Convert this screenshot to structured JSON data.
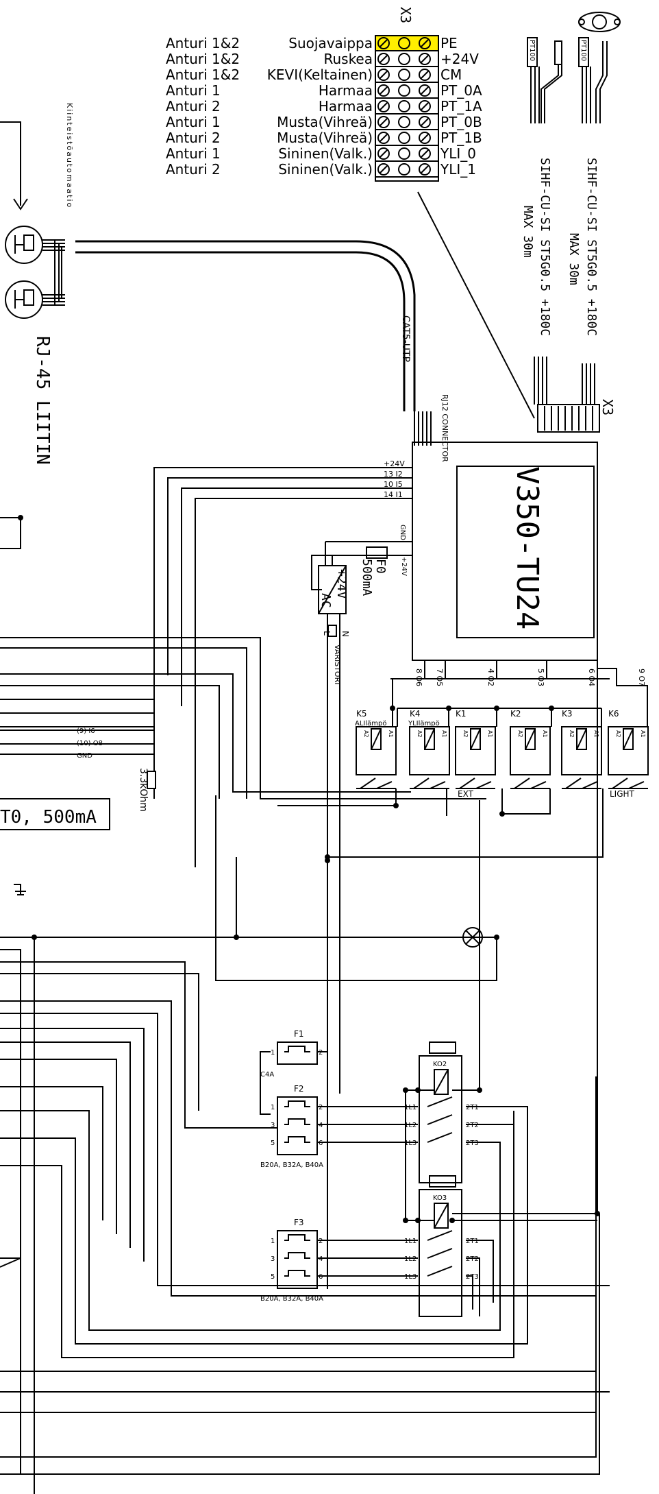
{
  "x3_header": "X3",
  "x3_bottom": "X3",
  "terminal_rows": [
    {
      "sensor": "Anturi 1&2",
      "wire": "Suojavaippa",
      "signal": "PE"
    },
    {
      "sensor": "Anturi 1&2",
      "wire": "Ruskea",
      "signal": "+24V"
    },
    {
      "sensor": "Anturi 1&2",
      "wire": "KEVI(Keltainen)",
      "signal": "CM"
    },
    {
      "sensor": "Anturi 1",
      "wire": "Harmaa",
      "signal": "PT_0A"
    },
    {
      "sensor": "Anturi 2",
      "wire": "Harmaa",
      "signal": "PT_1A"
    },
    {
      "sensor": "Anturi 1",
      "wire": "Musta(Vihreä)",
      "signal": "PT_0B"
    },
    {
      "sensor": "Anturi 2",
      "wire": "Musta(Vihreä)",
      "signal": "PT_1B"
    },
    {
      "sensor": "Anturi 1",
      "wire": "Sininen(Valk.)",
      "signal": "YLI_0"
    },
    {
      "sensor": "Anturi 2",
      "wire": "Sininen(Valk.)",
      "signal": "YLI_1"
    }
  ],
  "pe_highlight_color": "#ffee00",
  "kiinteisto_label": "Kiinteistöautomaatio",
  "rj45_label": "RJ-45 LIITIN",
  "cable_label": "CAT5-UTP",
  "rj12_label": "RJ12 CONNECTOR",
  "sensor_cable_1": "SIHF-CU-SI ST5G0.5 +180C",
  "sensor_cable_1_max": "MAX 30m",
  "sensor_cable_2": "SIHF-CU-SI ST5G0.5 +180C",
  "sensor_cable_2_max": "MAX 30m",
  "pt_label_1": "PT100",
  "pt_label_2": "PT100",
  "controller_name": "V350-TU24",
  "controller_inputs": [
    "+24V",
    "13 I2",
    "10 I5",
    "14 I1"
  ],
  "gnd_label": "GND",
  "p24v_label": "+24V",
  "fuse_label": "F0",
  "fuse_rating": "500mA",
  "psu_dc": "+24V",
  "psu_ac": "AC",
  "psu_l": "L",
  "psu_n": "N",
  "varistor_label": "VARISTORI",
  "outputs": [
    "8 O6",
    "7 O5",
    "4 O2",
    "5 O3",
    "6 O4",
    "9 O7"
  ],
  "relays": [
    {
      "name": "K5",
      "sub": "ALIlämpö"
    },
    {
      "name": "K4",
      "sub": "YLIlämpö"
    },
    {
      "name": "K1",
      "sub": ""
    },
    {
      "name": "K2",
      "sub": ""
    },
    {
      "name": "K3",
      "sub": ""
    },
    {
      "name": "K6",
      "sub": ""
    }
  ],
  "relay_coil_a1": "A1",
  "relay_coil_a2": "A2",
  "ext_label": "EXT",
  "light_label": "LIGHT",
  "left_signals": [
    "(9) I6",
    "(10) O8",
    "GND"
  ],
  "resistor_label": "3.3kOhm",
  "left_fuse_text": "T0, 500mA",
  "f1": {
    "name": "F1",
    "rating": "C4A",
    "pins": [
      "1",
      "2"
    ]
  },
  "f2": {
    "name": "F2",
    "rating": "B20A, B32A, B40A",
    "pins": [
      "1",
      "2",
      "3",
      "4",
      "5",
      "6"
    ]
  },
  "f3": {
    "name": "F3",
    "rating": "B20A, B32A, B40A",
    "pins": [
      "1",
      "2",
      "3",
      "4",
      "5",
      "6"
    ]
  },
  "kd2": {
    "name": "KO2",
    "in": [
      "1L1",
      "1L2",
      "1L3"
    ],
    "out": [
      "2T1",
      "2T2",
      "2T3"
    ]
  },
  "kd3": {
    "name": "KO3",
    "in": [
      "1L1",
      "1L2",
      "1L3"
    ],
    "out": [
      "2T1",
      "2T2",
      "2T3"
    ]
  }
}
